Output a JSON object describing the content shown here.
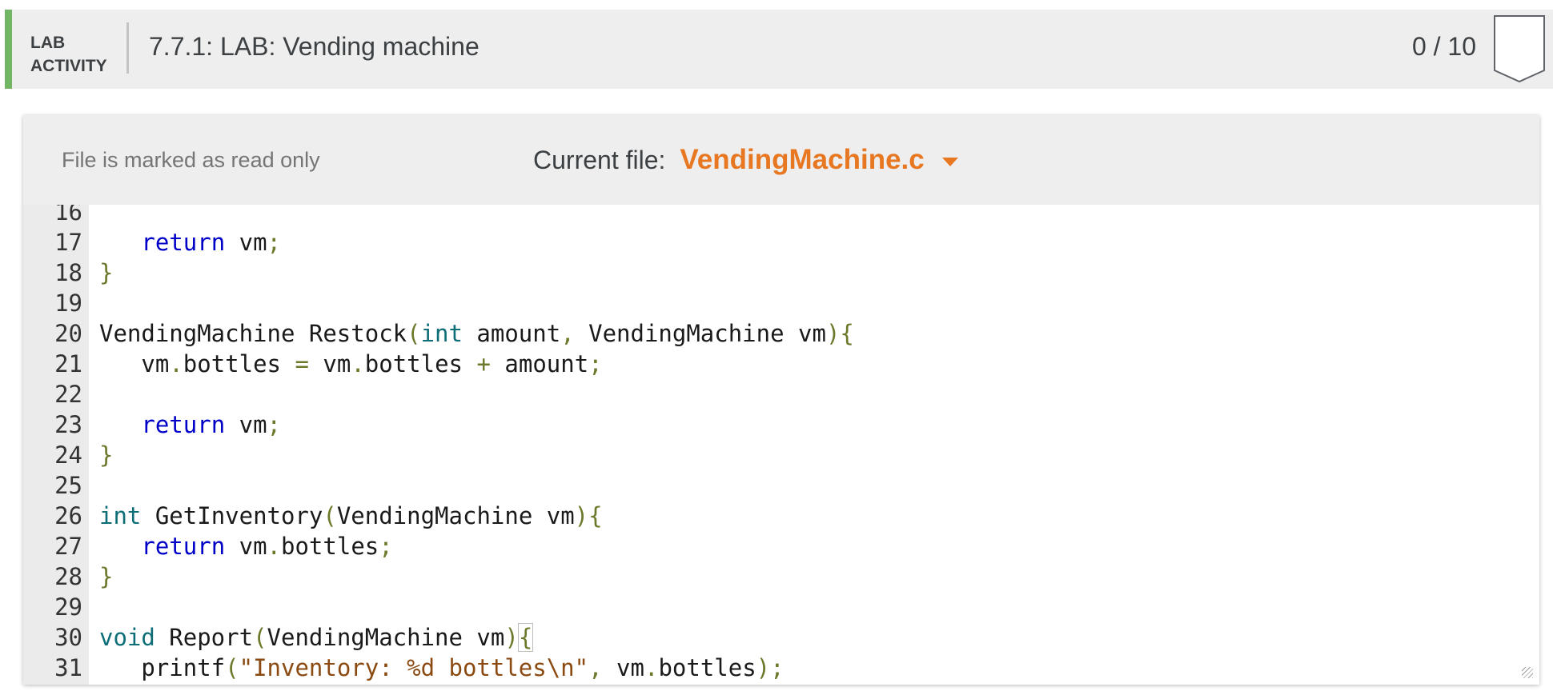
{
  "header": {
    "lab_label_line1": "LAB",
    "lab_label_line2": "ACTIVITY",
    "title": "7.7.1: LAB: Vending machine",
    "score": "0 / 10",
    "accent_color": "#72b565"
  },
  "toolbar": {
    "readonly_note": "File is marked as read only",
    "current_file_label": "Current file:",
    "current_file_name": "VendingMachine.c",
    "file_accent_color": "#e87722"
  },
  "code": {
    "lines": [
      {
        "number": "16",
        "tokens": []
      },
      {
        "number": "17",
        "tokens": [
          {
            "text": "   ",
            "type": "plain"
          },
          {
            "text": "return",
            "type": "k"
          },
          {
            "text": " vm",
            "type": "plain"
          },
          {
            "text": ";",
            "type": "p"
          }
        ]
      },
      {
        "number": "18",
        "tokens": [
          {
            "text": "}",
            "type": "p"
          }
        ]
      },
      {
        "number": "19",
        "tokens": []
      },
      {
        "number": "20",
        "tokens": [
          {
            "text": "VendingMachine Restock",
            "type": "plain"
          },
          {
            "text": "(",
            "type": "p"
          },
          {
            "text": "int",
            "type": "t"
          },
          {
            "text": " amount",
            "type": "plain"
          },
          {
            "text": ",",
            "type": "p"
          },
          {
            "text": " VendingMachine vm",
            "type": "plain"
          },
          {
            "text": "){",
            "type": "p"
          }
        ]
      },
      {
        "number": "21",
        "tokens": [
          {
            "text": "   vm",
            "type": "plain"
          },
          {
            "text": ".",
            "type": "p"
          },
          {
            "text": "bottles ",
            "type": "plain"
          },
          {
            "text": "=",
            "type": "p"
          },
          {
            "text": " vm",
            "type": "plain"
          },
          {
            "text": ".",
            "type": "p"
          },
          {
            "text": "bottles ",
            "type": "plain"
          },
          {
            "text": "+",
            "type": "p"
          },
          {
            "text": " amount",
            "type": "plain"
          },
          {
            "text": ";",
            "type": "p"
          }
        ]
      },
      {
        "number": "22",
        "tokens": []
      },
      {
        "number": "23",
        "tokens": [
          {
            "text": "   ",
            "type": "plain"
          },
          {
            "text": "return",
            "type": "k"
          },
          {
            "text": " vm",
            "type": "plain"
          },
          {
            "text": ";",
            "type": "p"
          }
        ]
      },
      {
        "number": "24",
        "tokens": [
          {
            "text": "}",
            "type": "p"
          }
        ]
      },
      {
        "number": "25",
        "tokens": []
      },
      {
        "number": "26",
        "tokens": [
          {
            "text": "int",
            "type": "t"
          },
          {
            "text": " GetInventory",
            "type": "plain"
          },
          {
            "text": "(",
            "type": "p"
          },
          {
            "text": "VendingMachine vm",
            "type": "plain"
          },
          {
            "text": "){",
            "type": "p"
          }
        ]
      },
      {
        "number": "27",
        "tokens": [
          {
            "text": "   ",
            "type": "plain"
          },
          {
            "text": "return",
            "type": "k"
          },
          {
            "text": " vm",
            "type": "plain"
          },
          {
            "text": ".",
            "type": "p"
          },
          {
            "text": "bottles",
            "type": "plain"
          },
          {
            "text": ";",
            "type": "p"
          }
        ]
      },
      {
        "number": "28",
        "tokens": [
          {
            "text": "}",
            "type": "p"
          }
        ]
      },
      {
        "number": "29",
        "tokens": []
      },
      {
        "number": "30",
        "tokens": [
          {
            "text": "void",
            "type": "t"
          },
          {
            "text": " Report",
            "type": "plain"
          },
          {
            "text": "(",
            "type": "p"
          },
          {
            "text": "VendingMachine vm",
            "type": "plain"
          },
          {
            "text": ")",
            "type": "p"
          },
          {
            "text": "{",
            "type": "pb"
          }
        ]
      },
      {
        "number": "31",
        "tokens": [
          {
            "text": "   printf",
            "type": "plain"
          },
          {
            "text": "(",
            "type": "p"
          },
          {
            "text": "\"Inventory: %d bottles\\n\"",
            "type": "s"
          },
          {
            "text": ",",
            "type": "p"
          },
          {
            "text": " vm",
            "type": "plain"
          },
          {
            "text": ".",
            "type": "p"
          },
          {
            "text": "bottles",
            "type": "plain"
          },
          {
            "text": ");",
            "type": "p"
          }
        ]
      }
    ]
  }
}
